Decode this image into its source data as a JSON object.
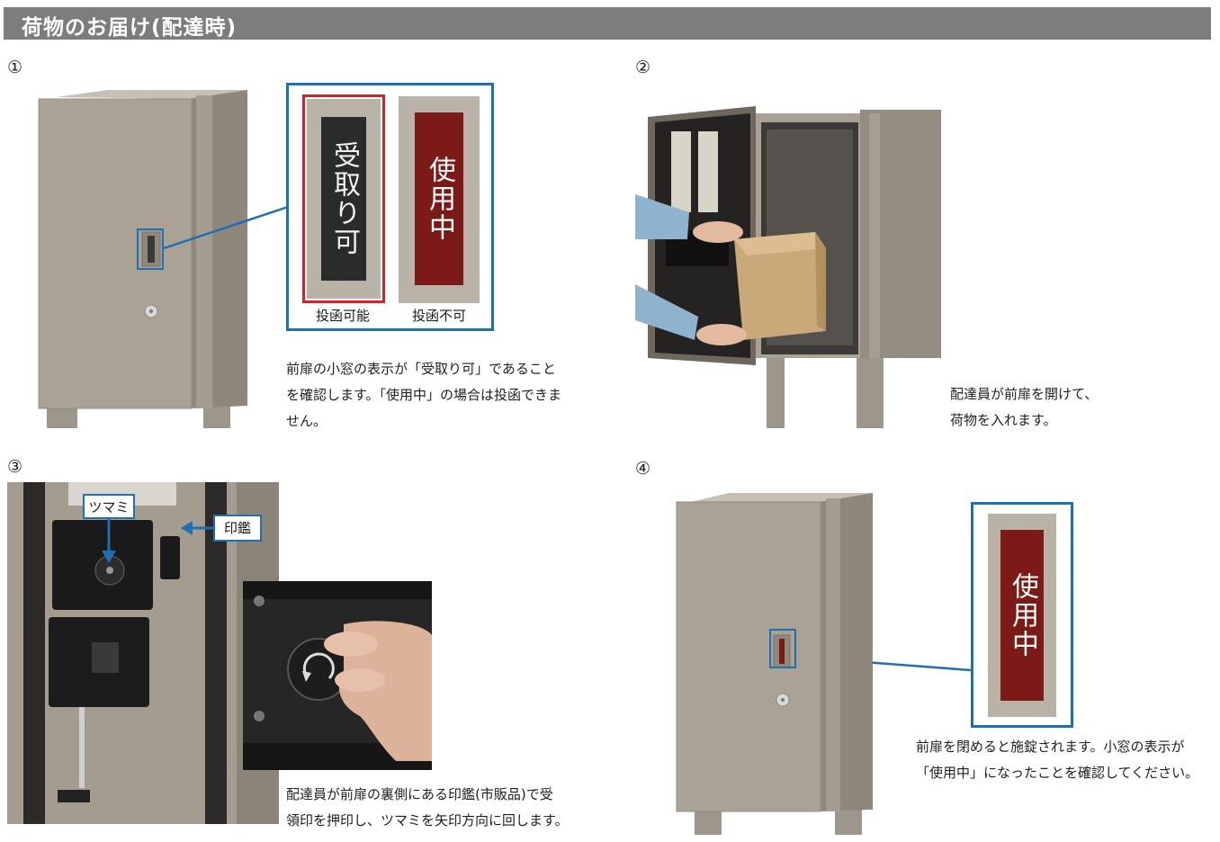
{
  "header": {
    "title": "荷物のお届け(配達時)"
  },
  "steps": [
    {
      "num": "①",
      "caption_lines": [
        "前扉の小窓の表示が「受取り可」であること",
        "を確認します。「使用中」の場合は投函できま",
        "せん。"
      ]
    },
    {
      "num": "②",
      "caption_lines": [
        "配達員が前扉を開けて、",
        "荷物を入れます。"
      ]
    },
    {
      "num": "③",
      "caption_lines": [
        "配達員が前扉の裏側にある印鑑(市販品)で受",
        "領印を押印し、ツマミを矢印方向に回します。"
      ]
    },
    {
      "num": "④",
      "caption_lines": [
        "前扉を閉めると施錠されます。小窓の表示が",
        "「使用中」になったことを確認してください。"
      ]
    }
  ],
  "indicators": {
    "available": {
      "window_text": "受取り可",
      "label": "投函可能"
    },
    "in_use": {
      "window_text": "使用中",
      "label": "投函不可"
    }
  },
  "labels": {
    "knob": "ツマミ",
    "seal": "印鑑"
  },
  "colors": {
    "callout_blue": "#1f6fb5",
    "highlight_red": "#d4212b",
    "in_use_red": "#7c1a17",
    "box_beige": "#a79f91",
    "header_gray": "#7d7d7d"
  }
}
